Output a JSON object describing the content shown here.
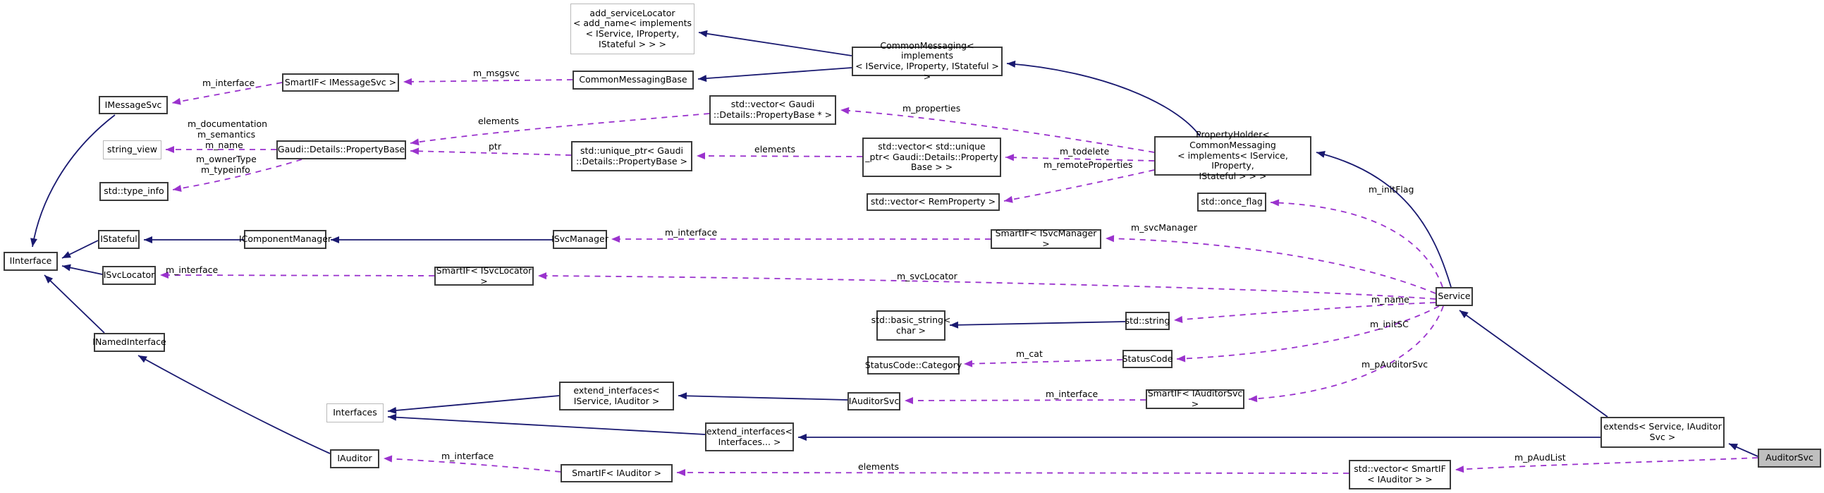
{
  "diagram_type": "doxygen-collaboration-graph",
  "colors": {
    "background": "#ffffff",
    "inheritance_edge": "#191970",
    "usage_edge": "#9a32cd",
    "node_border": "#3a3a3a",
    "external_node_border": "#b9b9b9",
    "focus_node_fill": "#bfbfbf"
  },
  "nodes": {
    "add_servicelocator": {
      "label": "add_serviceLocator\n< add_name< implements\n< IService, IProperty,\nIStateful > > >"
    },
    "common_messaging": {
      "label": "CommonMessaging< implements\n< IService, IProperty, IStateful > >"
    },
    "smartif_imessagesvc": {
      "label": "SmartIF< IMessageSvc >"
    },
    "common_messaging_base": {
      "label": "CommonMessagingBase"
    },
    "imessagesvc": {
      "label": "IMessageSvc"
    },
    "vector_propertybase_ptr": {
      "label": "std::vector< Gaudi\n::Details::PropertyBase * >"
    },
    "string_view": {
      "label": "string_view"
    },
    "propertybase": {
      "label": "Gaudi::Details::PropertyBase"
    },
    "unique_ptr_propertybase": {
      "label": "std::unique_ptr< Gaudi\n::Details::PropertyBase >"
    },
    "vector_unique_ptr": {
      "label": "std::vector< std::unique\n_ptr< Gaudi::Details::Property\nBase > >"
    },
    "property_holder": {
      "label": "PropertyHolder< CommonMessaging\n< implements< IService, IProperty,\nIStateful > > >"
    },
    "type_info": {
      "label": "std::type_info"
    },
    "vector_remproperty": {
      "label": "std::vector< RemProperty >"
    },
    "once_flag": {
      "label": "std::once_flag"
    },
    "iinterface": {
      "label": "IInterface"
    },
    "istateful": {
      "label": "IStateful"
    },
    "icomponentmanager": {
      "label": "IComponentManager"
    },
    "isvcmanager": {
      "label": "ISvcManager"
    },
    "smartif_isvcmanager": {
      "label": "SmartIF< ISvcManager >"
    },
    "isvclocator": {
      "label": "ISvcLocator"
    },
    "smartif_isvclocator": {
      "label": "SmartIF< ISvcLocator >"
    },
    "service": {
      "label": "Service"
    },
    "basic_string": {
      "label": "std::basic_string<\nchar >"
    },
    "std_string": {
      "label": "std::string"
    },
    "statuscode_category": {
      "label": "StatusCode::Category"
    },
    "statuscode": {
      "label": "StatusCode"
    },
    "inamedinterface": {
      "label": "INamedInterface"
    },
    "interfaces": {
      "label": "Interfaces"
    },
    "extend_interfaces_1": {
      "label": "extend_interfaces<\nIService, IAuditor >"
    },
    "iauditorsvc": {
      "label": "IAuditorSvc"
    },
    "smartif_iauditorsvc": {
      "label": "SmartIF< IAuditorSvc >"
    },
    "extend_interfaces_2": {
      "label": "extend_interfaces<\nInterfaces... >"
    },
    "iauditor": {
      "label": "IAuditor"
    },
    "smartif_iauditor": {
      "label": "SmartIF< IAuditor >"
    },
    "vector_smartif_iauditor": {
      "label": "std::vector< SmartIF\n< IAuditor > >"
    },
    "extends_service_iauditorsvc": {
      "label": "extends< Service, IAuditor\nSvc >"
    },
    "auditorsvc": {
      "label": "AuditorSvc"
    }
  },
  "edge_labels": {
    "m_interface_imessagesvc": "m_interface",
    "m_msgsvc": "m_msgsvc",
    "elements_properties": "elements",
    "m_properties": "m_properties",
    "m_documentation": "m_documentation",
    "m_semantics": "m_semantics",
    "m_name_property": "m_name",
    "m_ownerType": "m_ownerType",
    "m_typeinfo": "m_typeinfo",
    "ptr": "ptr",
    "elements_unique": "elements",
    "m_todelete": "m_todelete",
    "m_remoteProperties": "m_remoteProperties",
    "m_initFlag": "m_initFlag",
    "m_interface_isvcmanager": "m_interface",
    "m_svcManager": "m_svcManager",
    "m_interface_isvclocator": "m_interface",
    "m_svcLocator": "m_svcLocator",
    "m_name_service": "m_name",
    "m_initSC": "m_initSC",
    "m_cat": "m_cat",
    "m_pAuditorSvc": "m_pAuditorSvc",
    "m_interface_iauditorsvc": "m_interface",
    "m_interface_iauditor": "m_interface",
    "elements_audlist": "elements",
    "m_pAudList": "m_pAudList"
  },
  "edges": [
    {
      "from": "common_messaging",
      "to": "add_servicelocator",
      "type": "inheritance"
    },
    {
      "from": "common_messaging",
      "to": "common_messaging_base",
      "type": "inheritance"
    },
    {
      "from": "property_holder",
      "to": "common_messaging",
      "type": "inheritance"
    },
    {
      "from": "service",
      "to": "property_holder",
      "type": "inheritance"
    },
    {
      "from": "imessagesvc",
      "to": "iinterface",
      "type": "inheritance"
    },
    {
      "from": "istateful",
      "to": "iinterface",
      "type": "inheritance"
    },
    {
      "from": "icomponentmanager",
      "to": "istateful",
      "type": "inheritance"
    },
    {
      "from": "isvcmanager",
      "to": "icomponentmanager",
      "type": "inheritance"
    },
    {
      "from": "isvclocator",
      "to": "iinterface",
      "type": "inheritance"
    },
    {
      "from": "inamedinterface",
      "to": "iinterface",
      "type": "inheritance"
    },
    {
      "from": "iauditor",
      "to": "inamedinterface",
      "type": "inheritance"
    },
    {
      "from": "std_string",
      "to": "basic_string",
      "type": "inheritance"
    },
    {
      "from": "extend_interfaces_1",
      "to": "interfaces",
      "type": "inheritance"
    },
    {
      "from": "extend_interfaces_2",
      "to": "interfaces",
      "type": "inheritance"
    },
    {
      "from": "iauditorsvc",
      "to": "extend_interfaces_1",
      "type": "inheritance"
    },
    {
      "from": "extends_service_iauditorsvc",
      "to": "extend_interfaces_2",
      "type": "inheritance"
    },
    {
      "from": "extends_service_iauditorsvc",
      "to": "service",
      "type": "inheritance"
    },
    {
      "from": "auditorsvc",
      "to": "extends_service_iauditorsvc",
      "type": "inheritance"
    },
    {
      "from": "smartif_imessagesvc",
      "to": "imessagesvc",
      "type": "usage",
      "label": "m_interface"
    },
    {
      "from": "common_messaging_base",
      "to": "smartif_imessagesvc",
      "type": "usage",
      "label": "m_msgsvc"
    },
    {
      "from": "vector_propertybase_ptr",
      "to": "propertybase",
      "type": "usage",
      "label": "elements"
    },
    {
      "from": "propertybase",
      "to": "string_view",
      "type": "usage",
      "label": "m_documentation m_semantics m_name m_ownerType"
    },
    {
      "from": "propertybase",
      "to": "type_info",
      "type": "usage",
      "label": "m_typeinfo"
    },
    {
      "from": "unique_ptr_propertybase",
      "to": "propertybase",
      "type": "usage",
      "label": "ptr"
    },
    {
      "from": "vector_unique_ptr",
      "to": "unique_ptr_propertybase",
      "type": "usage",
      "label": "elements"
    },
    {
      "from": "property_holder",
      "to": "vector_propertybase_ptr",
      "type": "usage",
      "label": "m_properties"
    },
    {
      "from": "property_holder",
      "to": "vector_unique_ptr",
      "type": "usage",
      "label": "m_todelete"
    },
    {
      "from": "property_holder",
      "to": "vector_remproperty",
      "type": "usage",
      "label": "m_remoteProperties"
    },
    {
      "from": "service",
      "to": "once_flag",
      "type": "usage",
      "label": "m_initFlag"
    },
    {
      "from": "smartif_isvcmanager",
      "to": "isvcmanager",
      "type": "usage",
      "label": "m_interface"
    },
    {
      "from": "service",
      "to": "smartif_isvcmanager",
      "type": "usage",
      "label": "m_svcManager"
    },
    {
      "from": "smartif_isvclocator",
      "to": "isvclocator",
      "type": "usage",
      "label": "m_interface"
    },
    {
      "from": "service",
      "to": "smartif_isvclocator",
      "type": "usage",
      "label": "m_svcLocator"
    },
    {
      "from": "service",
      "to": "std_string",
      "type": "usage",
      "label": "m_name"
    },
    {
      "from": "service",
      "to": "statuscode",
      "type": "usage",
      "label": "m_initSC"
    },
    {
      "from": "statuscode",
      "to": "statuscode_category",
      "type": "usage",
      "label": "m_cat"
    },
    {
      "from": "service",
      "to": "smartif_iauditorsvc",
      "type": "usage",
      "label": "m_pAuditorSvc"
    },
    {
      "from": "smartif_iauditorsvc",
      "to": "iauditorsvc",
      "type": "usage",
      "label": "m_interface"
    },
    {
      "from": "smartif_iauditor",
      "to": "iauditor",
      "type": "usage",
      "label": "m_interface"
    },
    {
      "from": "vector_smartif_iauditor",
      "to": "smartif_iauditor",
      "type": "usage",
      "label": "elements"
    },
    {
      "from": "auditorsvc",
      "to": "vector_smartif_iauditor",
      "type": "usage",
      "label": "m_pAudList"
    }
  ]
}
